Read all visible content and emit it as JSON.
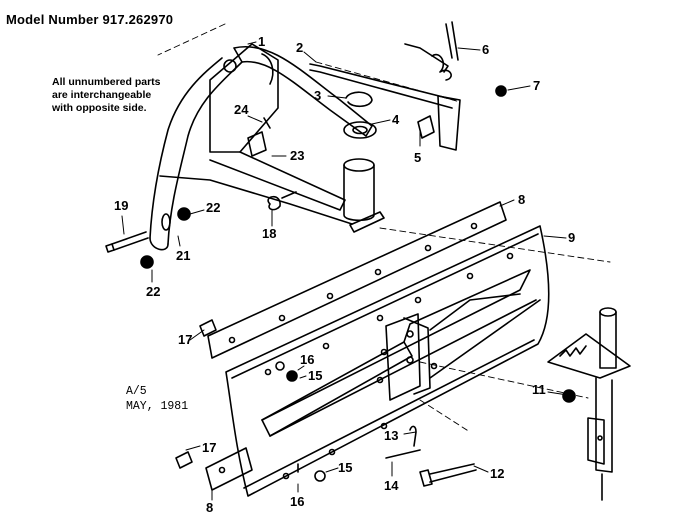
{
  "title": "Model Number 917.262970",
  "note": [
    "All unnumbered parts",
    "are interchangeable",
    "with opposite side."
  ],
  "date": [
    "A/5",
    "MAY, 1981"
  ],
  "callouts": [
    "1",
    "2",
    "3",
    "4",
    "5",
    "6",
    "7",
    "8",
    "9",
    "11",
    "12",
    "13",
    "14",
    "15",
    "15",
    "16",
    "16",
    "17",
    "17",
    "19",
    "21",
    "22",
    "22",
    "23",
    "24",
    "8",
    "18"
  ]
}
